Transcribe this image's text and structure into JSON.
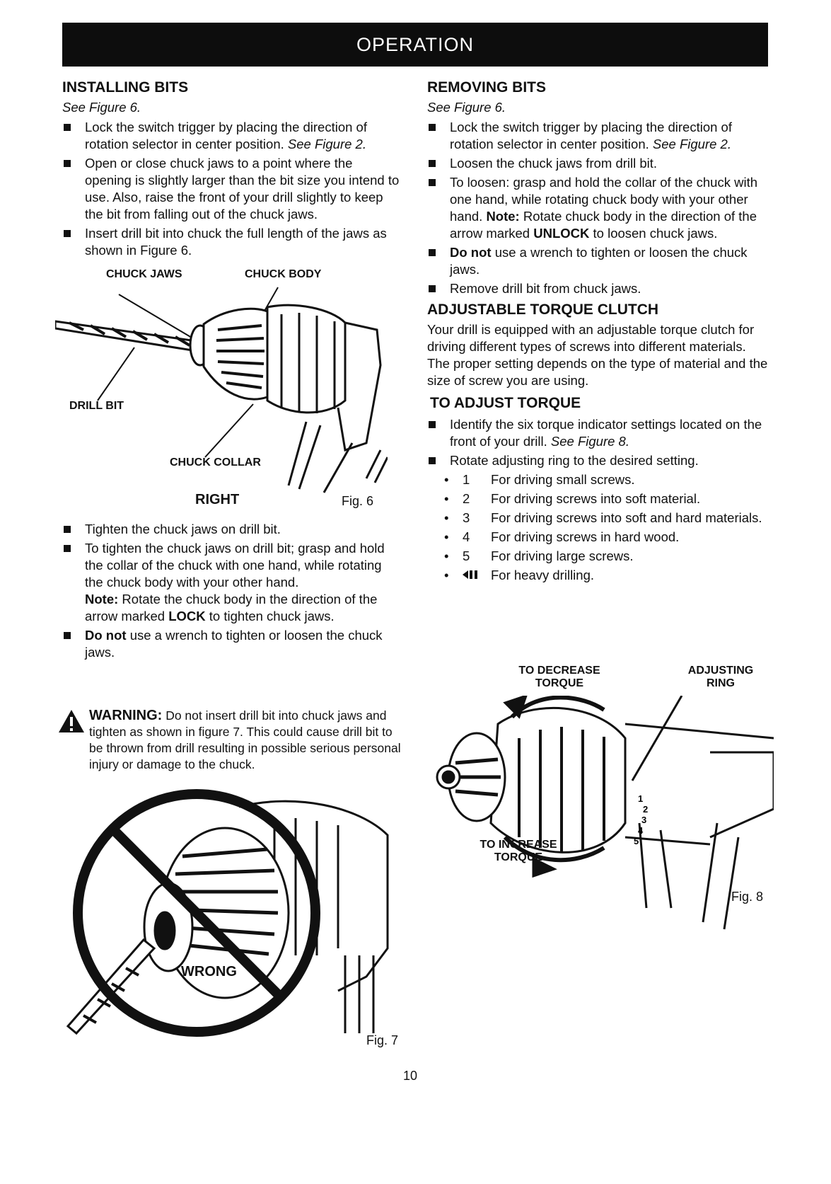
{
  "banner": "OPERATION",
  "installing": {
    "title": "INSTALLING BITS",
    "see": "See Figure 6.",
    "bullets": [
      {
        "pre": "Lock the switch trigger by placing the direction of rotation selector in center position. ",
        "ital": "See Figure 2."
      },
      {
        "text": "Open or close chuck jaws to a point where the opening is slightly larger than the bit size you intend to use. Also, raise the front of your drill slightly to keep the bit from falling out of the chuck jaws."
      },
      {
        "text": "Insert drill bit into chuck the full length of the jaws as shown in Figure 6."
      }
    ],
    "fig6": {
      "chuck_jaws": "CHUCK JAWS",
      "chuck_body": "CHUCK BODY",
      "drill_bit": "DRILL BIT",
      "chuck_collar": "CHUCK COLLAR",
      "right": "RIGHT",
      "caption": "Fig. 6"
    },
    "bullets2": [
      {
        "text": "Tighten the chuck jaws on drill bit."
      },
      {
        "text": "To tighten the chuck jaws on drill bit; grasp and hold the collar of the chuck with one hand, while rotating the chuck body with your other hand.",
        "note_label": "Note:",
        "note_pre": " Rotate the chuck body in the direction of the arrow marked ",
        "note_bold": "LOCK",
        "note_post": " to tighten chuck jaws."
      },
      {
        "bold": "Do not",
        "text": " use a wrench to tighten or loosen the chuck jaws."
      }
    ]
  },
  "warning": {
    "label": "WARNING:",
    "text": " Do not insert drill bit into chuck jaws and tighten as shown in figure 7. This could cause drill bit to be thrown from drill resulting in possible serious personal injury or damage to the chuck."
  },
  "fig7": {
    "wrong": "WRONG",
    "caption": "Fig. 7"
  },
  "removing": {
    "title": "REMOVING BITS",
    "see": "See Figure 6.",
    "bullets": [
      {
        "pre": "Lock the switch trigger by placing the direction of rotation selector in center position. ",
        "ital": "See Figure 2."
      },
      {
        "text": "Loosen the chuck jaws from drill bit."
      },
      {
        "text": "To loosen: grasp and hold the collar of the chuck with one hand, while rotating chuck body with your other hand. ",
        "note_label": "Note:",
        "note_pre": " Rotate chuck body in the direction of the arrow marked ",
        "note_bold": "UNLOCK",
        "note_post": " to loosen chuck jaws."
      },
      {
        "bold": "Do not",
        "text": " use a wrench to tighten or loosen the chuck jaws."
      },
      {
        "text": "Remove drill bit from chuck jaws."
      }
    ]
  },
  "clutch": {
    "title": "ADJUSTABLE TORQUE CLUTCH",
    "text": "Your drill is equipped with an adjustable torque clutch for driving different types of screws into different materials. The proper setting depends on the type of material and the size of screw you are using."
  },
  "adjust": {
    "title": "TO ADJUST TORQUE",
    "bullets": [
      {
        "pre": "Identify the six torque indicator settings located on the front of your drill. ",
        "ital": "See Figure 8."
      },
      {
        "text": "Rotate adjusting ring to the desired setting."
      }
    ],
    "settings": [
      {
        "n": "1",
        "t": "For driving small screws."
      },
      {
        "n": "2",
        "t": "For driving screws into soft material."
      },
      {
        "n": "3",
        "t": "For driving screws into soft and hard materials."
      },
      {
        "n": "4",
        "t": "For driving screws in hard wood."
      },
      {
        "n": "5",
        "t": "For driving large screws."
      },
      {
        "n": "drill-symbol",
        "t": "For heavy drilling."
      }
    ]
  },
  "fig8": {
    "decrease_1": "TO DECREASE",
    "decrease_2": "TORQUE",
    "ring_1": "ADJUSTING",
    "ring_2": "RING",
    "increase_1": "TO INCREASE",
    "increase_2": "TORQUE",
    "caption": "Fig. 8"
  },
  "page_number": "10"
}
